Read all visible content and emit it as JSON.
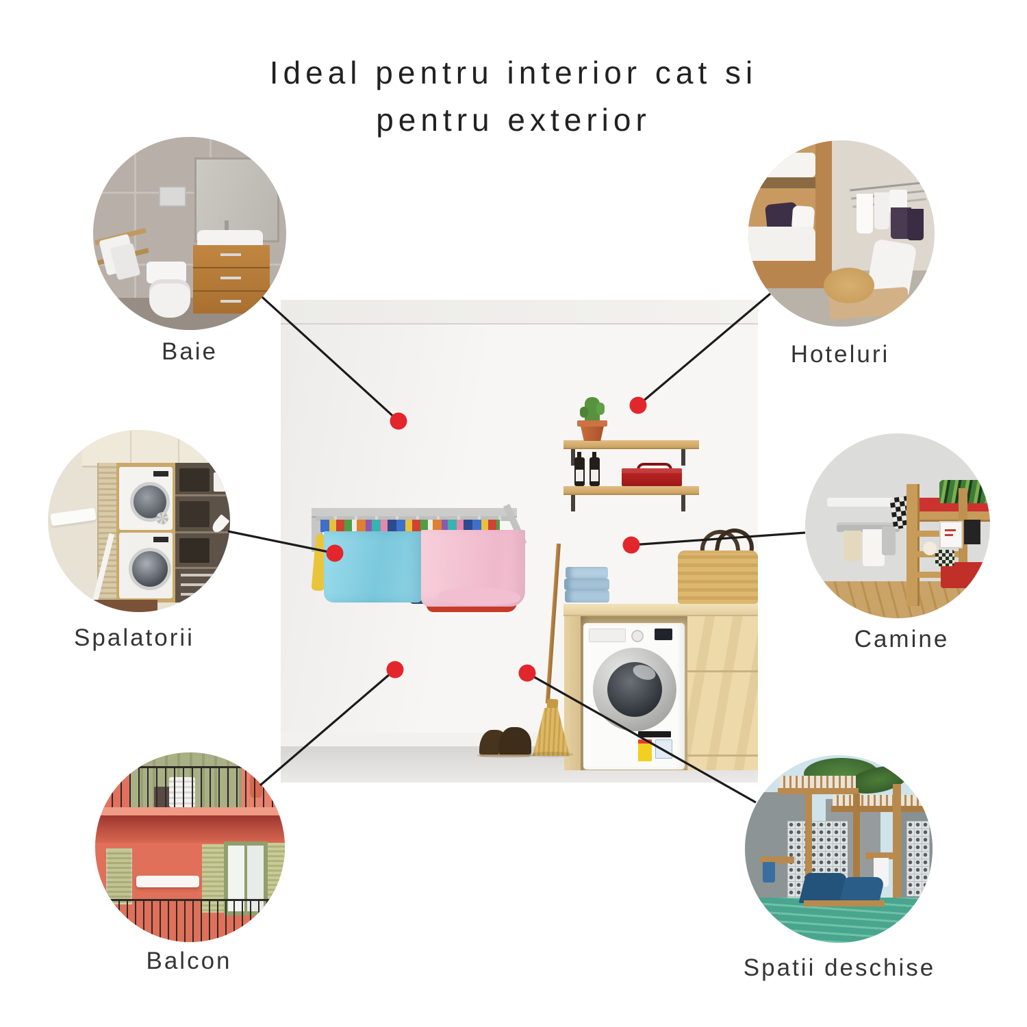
{
  "title": {
    "line1": "Ideal pentru interior cat si",
    "line2": "pentru exterior"
  },
  "callouts": [
    {
      "id": "baie",
      "label": "Baie"
    },
    {
      "id": "hoteluri",
      "label": "Hoteluri"
    },
    {
      "id": "spalatorii",
      "label": "Spalatorii"
    },
    {
      "id": "camine",
      "label": "Camine"
    },
    {
      "id": "balcon",
      "label": "Balcon"
    },
    {
      "id": "spatii-deschise",
      "label": "Spatii deschise"
    }
  ],
  "palette": {
    "accent_red": "#e2262c",
    "connector_black": "#1b1b1b",
    "text_dark": "#212121",
    "wall_white": "#f8f6f4",
    "wood_shelf": "#d9ad6b",
    "toolbox_red": "#b01d1d",
    "towel_blue": "#8fd4e5",
    "towel_pink": "#f6c8d8",
    "plywood": "#ecd8aa"
  }
}
